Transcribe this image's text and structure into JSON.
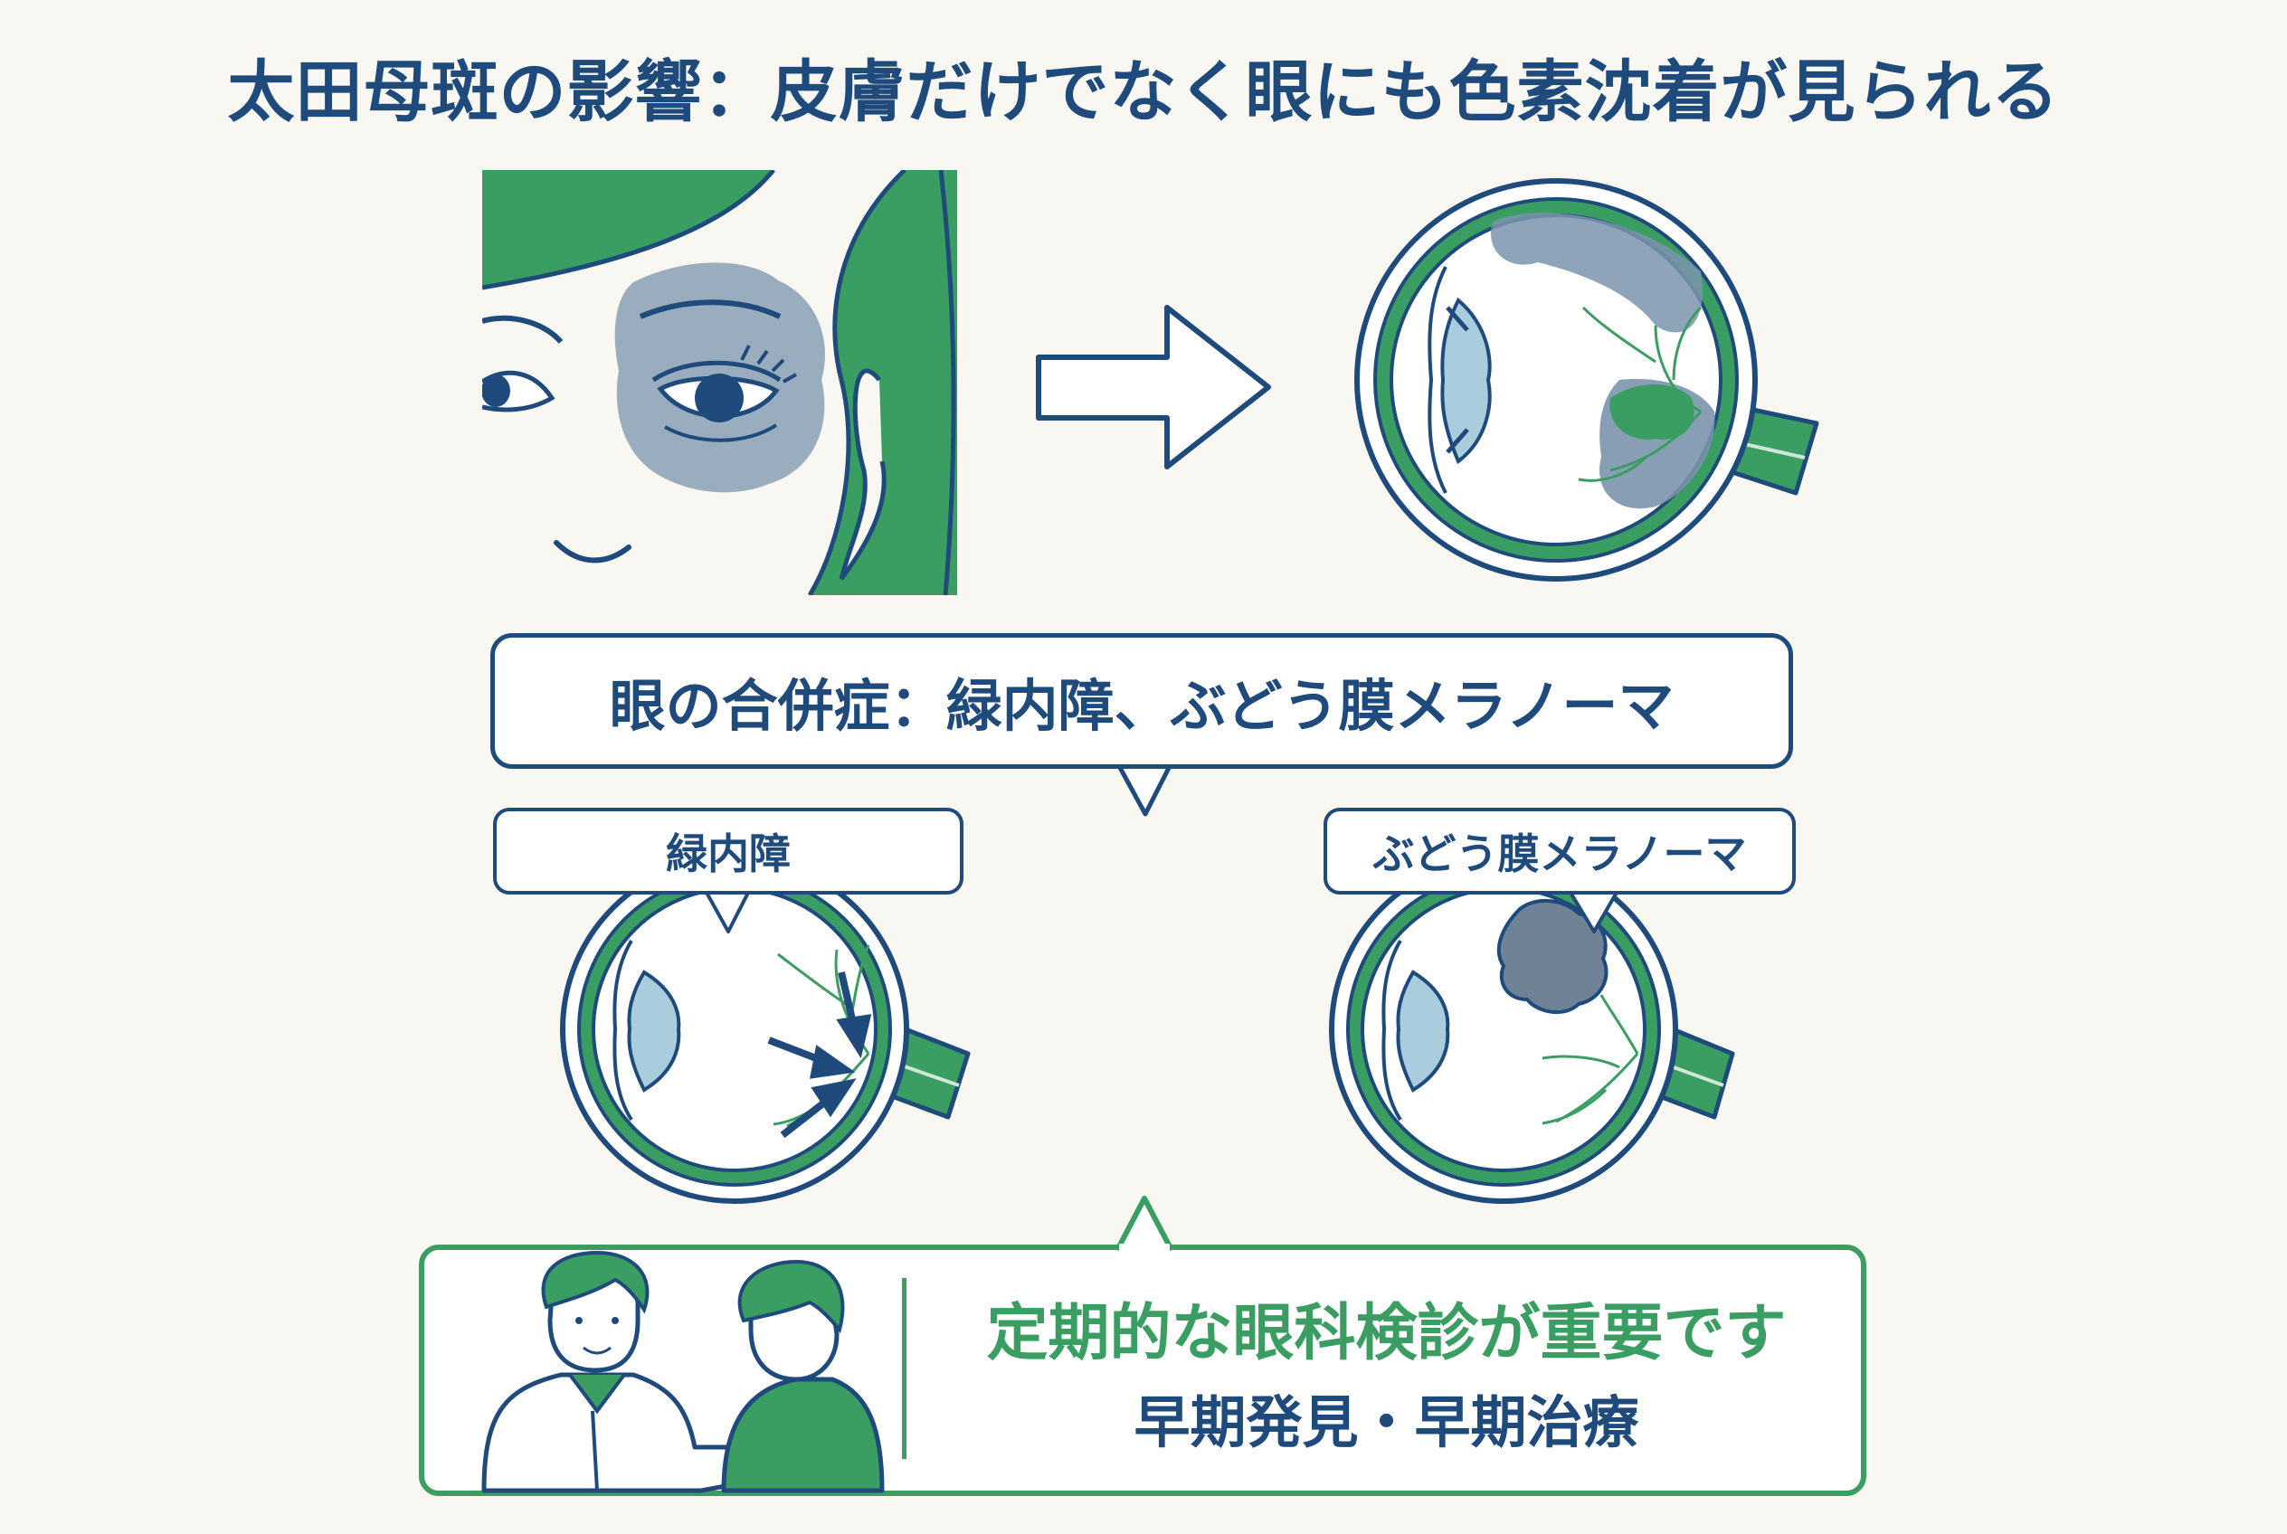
{
  "title": "太田母斑の影響：皮膚だけでなく眼にも色素沈着が見られる",
  "complications": {
    "heading": "眼の合併症：緑内障、ぶどう膜メラノーマ",
    "glaucoma_label": "緑内障",
    "melanoma_label": "ぶどう膜メラノーマ"
  },
  "advice": {
    "main": "定期的な眼科検診が重要です",
    "sub": "早期発見・早期治療"
  },
  "colors": {
    "navy": "#1f4a7c",
    "green": "#3a9e62",
    "pigment": "#7b94ad",
    "lens": "#bfd9e6",
    "background": "#f8f7f1"
  },
  "icons": [
    "face-with-nevus-illustration",
    "right-arrow-icon",
    "pigmented-eye-diagram",
    "glaucoma-eye-diagram",
    "melanoma-eye-diagram",
    "doctor-illustration",
    "patient-illustration"
  ]
}
